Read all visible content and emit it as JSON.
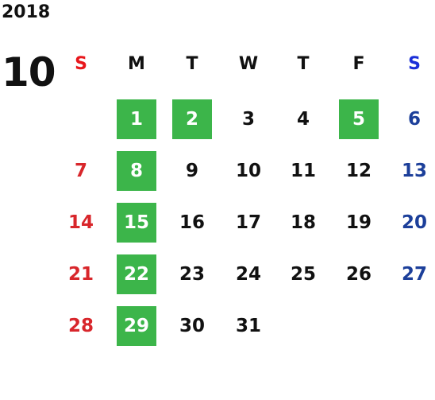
{
  "calendar": {
    "year": "2018",
    "month": "10",
    "weekday_headers": [
      "S",
      "M",
      "T",
      "W",
      "T",
      "F",
      "S"
    ],
    "weeks": [
      [
        "",
        "1",
        "2",
        "3",
        "4",
        "5",
        "6"
      ],
      [
        "7",
        "8",
        "9",
        "10",
        "11",
        "12",
        "13"
      ],
      [
        "14",
        "15",
        "16",
        "17",
        "18",
        "19",
        "20"
      ],
      [
        "21",
        "22",
        "23",
        "24",
        "25",
        "26",
        "27"
      ],
      [
        "28",
        "29",
        "30",
        "31",
        "",
        "",
        ""
      ]
    ],
    "highlighted_days": [
      "1",
      "2",
      "5",
      "8",
      "15",
      "22",
      "29"
    ]
  },
  "colors": {
    "sunday_header": "#e8161b",
    "saturday_header": "#1a2fd8",
    "sunday_day": "#d8262b",
    "saturday_day": "#1c3f9a",
    "weekday": "#111111",
    "highlight_bg": "#3cb54a",
    "highlight_text": "#ffffff"
  }
}
